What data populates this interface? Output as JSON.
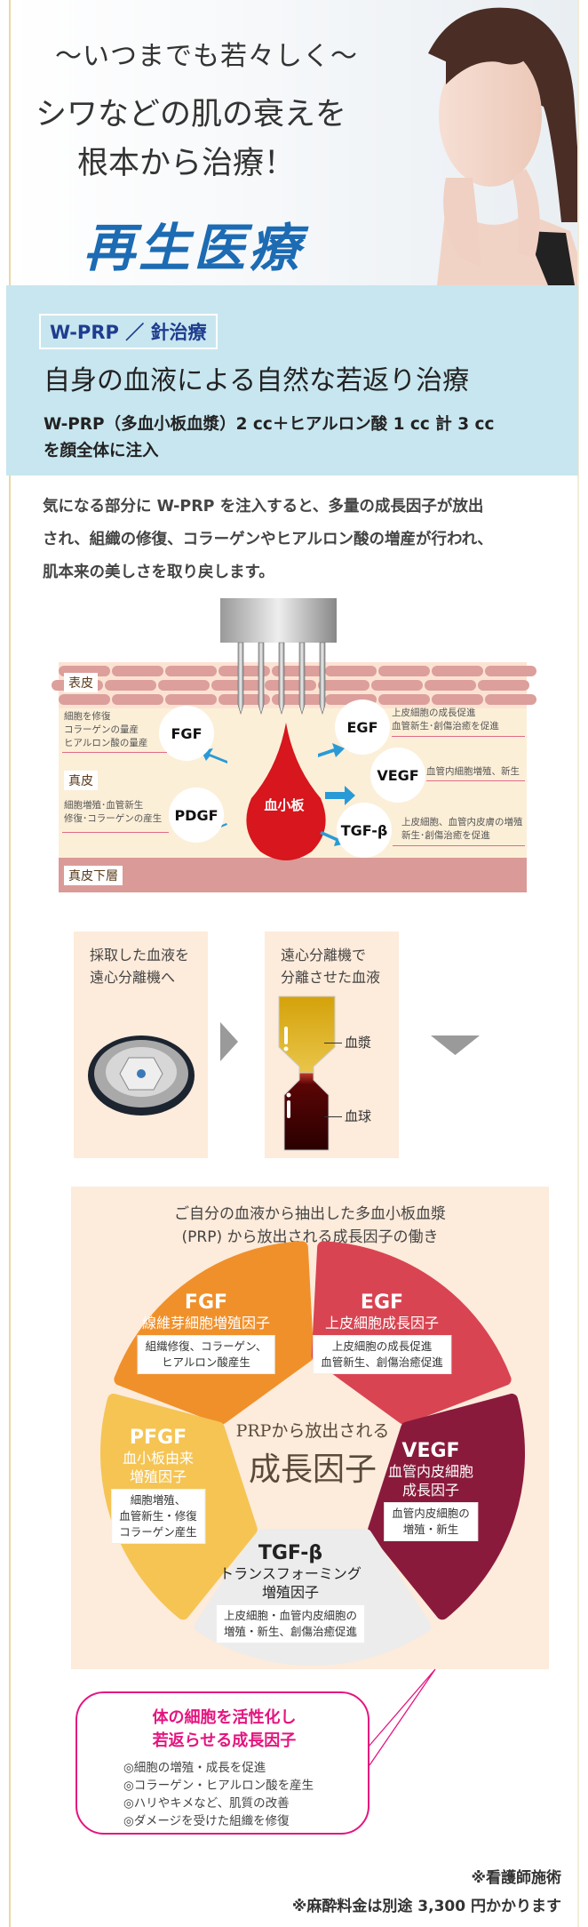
{
  "hero": {
    "line1": "〜いつまでも若々しく〜",
    "line2": "シワなどの肌の衰えを",
    "line3": "根本から治療！",
    "title": "再生医療"
  },
  "treatment": {
    "tag": "W-PRP ／ 針治療",
    "title": "自身の血液による自然な若返り治療",
    "sub1": "W-PRP（多血小板血漿）2 cc＋ヒアルロン酸 1 cc 計 3 cc",
    "sub2": "を顔全体に注入"
  },
  "description": [
    "気になる部分に W-PRP を注入すると、多量の成長因子が放出",
    "され、組織の修復、コラーゲンやヒアルロン酸の増産が行われ、",
    "肌本来の美しさを取り戻します。"
  ],
  "diagram": {
    "layers": {
      "epidermis": "表皮",
      "dermis": "真皮",
      "subdermis": "真皮下層"
    },
    "center": "血小板",
    "factors": [
      {
        "name": "FGF",
        "desc": [
          "細胞を修復",
          "コラーゲンの量産",
          "ヒアルロン酸の量産"
        ]
      },
      {
        "name": "EGF",
        "desc": [
          "上皮細胞の成長促進",
          "血管新生･創傷治癒を促進"
        ]
      },
      {
        "name": "VEGF",
        "desc": [
          "血管内細胞増殖、新生"
        ]
      },
      {
        "name": "PDGF",
        "desc": [
          "細胞増殖･血管新生",
          "修復･コラーゲンの産生"
        ]
      },
      {
        "name": "TGF-β",
        "desc": [
          "上皮細胞、血管内皮膚の増殖",
          "新生･創傷治癒を促進"
        ]
      }
    ],
    "colors": {
      "drop": "#d7161d",
      "arrow": "#2a9ad6"
    }
  },
  "steps": [
    {
      "text": [
        "採取した血液を",
        "遠心分離機へ"
      ]
    },
    {
      "text": [
        "遠心分離機で",
        "分離させた血液"
      ],
      "plasma": "血漿",
      "cells": "血球"
    }
  ],
  "growth": {
    "title": [
      "ご自分の血液から抽出した多血小板血漿",
      "(PRP) から放出される成長因子の働き"
    ],
    "center_small": "PRPから放出される",
    "center_big": "成長因子",
    "segments": [
      {
        "name": "FGF",
        "full": "線維芽細胞増殖因子",
        "effect": [
          "組織修復、コラーゲン、",
          "ヒアルロン酸産生"
        ],
        "color": "#f0902a"
      },
      {
        "name": "EGF",
        "full": "上皮細胞成長因子",
        "effect": [
          "上皮細胞の成長促進",
          "血管新生、創傷治癒促進"
        ],
        "color": "#d94452"
      },
      {
        "name": "VEGF",
        "full": [
          "血管内皮細胞",
          "成長因子"
        ],
        "effect": [
          "血管内皮細胞の",
          "増殖・新生"
        ],
        "color": "#8a1a3c"
      },
      {
        "name": "TGF-β",
        "full": [
          "トランスフォーミング",
          "増殖因子"
        ],
        "effect": [
          "上皮細胞・血管内皮細胞の",
          "増殖・新生、創傷治癒促進"
        ],
        "color": "#ececec"
      },
      {
        "name": "PFGF",
        "full": [
          "血小板由来",
          "増殖因子"
        ],
        "effect": [
          "細胞増殖、",
          "血管新生・修復",
          "コラーゲン産生"
        ],
        "color": "#f5c453"
      }
    ]
  },
  "callout": {
    "title": [
      "体の細胞を活性化し",
      "若返らせる成長因子"
    ],
    "items": [
      "◎細胞の増殖・成長を促進",
      "◎コラーゲン・ヒアルロン酸を産生",
      "◎ハリやキメなど、肌質の改善",
      "◎ダメージを受けた組織を修復"
    ],
    "color": "#e4157f"
  },
  "notes": [
    "※看護師施術",
    "※麻酔料金は別途 3,300 円かかります"
  ]
}
